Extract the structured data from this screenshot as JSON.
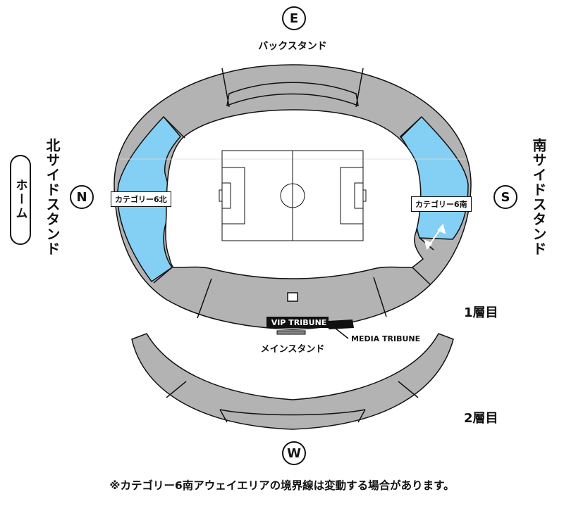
{
  "compass": {
    "east": "E",
    "west": "W",
    "north": "N",
    "south": "S"
  },
  "stands": {
    "back": "バックスタンド",
    "north": "北サイドスタンド",
    "south": "南サイドスタンド",
    "main": "メインスタンド"
  },
  "home_label": "ホーム",
  "categories": {
    "north": "カテゴリー6北",
    "south": "カテゴリー6南"
  },
  "tribunes": {
    "vip": "VIP TRIBUNE",
    "media": "MEDIA TRIBUNE"
  },
  "tiers": {
    "first": "1層目",
    "second": "2層目"
  },
  "note": "※カテゴリー6南アウェイエリアの境界線は変動する場合があります。",
  "colors": {
    "seat_gray": "#b3b3b3",
    "category_blue": "#84cff4",
    "outline": "#111111",
    "white": "#ffffff"
  }
}
